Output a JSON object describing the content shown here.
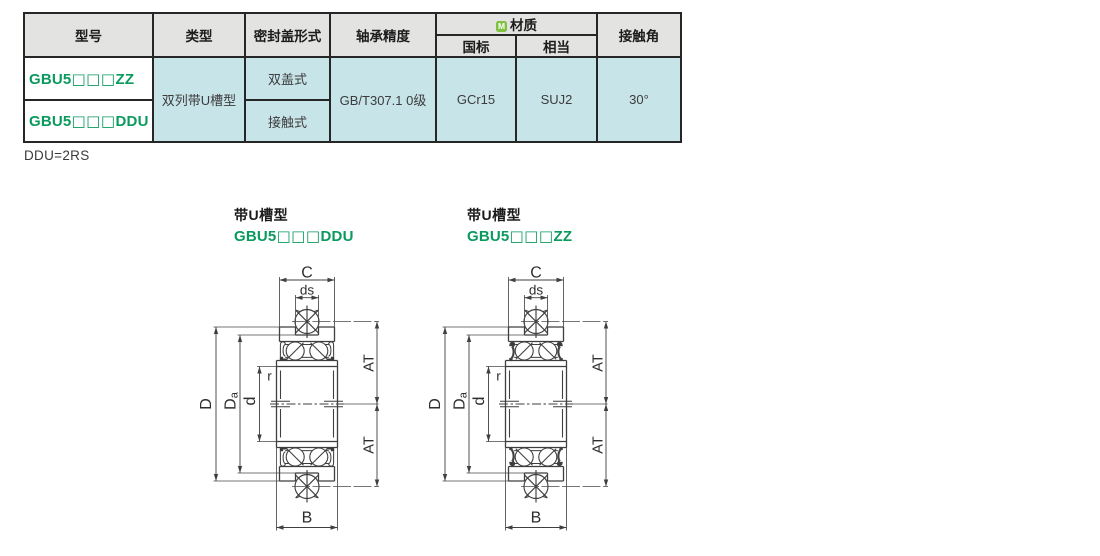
{
  "table": {
    "headers": [
      {
        "label": "型号"
      },
      {
        "label": "类型"
      },
      {
        "label": "密封盖形式"
      },
      {
        "label": "轴承精度"
      },
      {
        "label": "材质"
      },
      {
        "label": "接触角"
      }
    ],
    "material_icon": "M",
    "subheaders": [
      {
        "label": "国标"
      },
      {
        "label": "相当"
      }
    ],
    "rows": [
      {
        "model": "GBU5□□□ZZ",
        "model_prefix": "GBU5",
        "model_boxes": "□□□",
        "model_suffix": "ZZ",
        "seal": "双盖式"
      },
      {
        "model": "GBU5□□□DDU",
        "model_prefix": "GBU5",
        "model_boxes": "□□□",
        "model_suffix": "DDU",
        "seal": "接触式"
      }
    ],
    "type": "双列带U槽型",
    "precision": "GB/T307.1 0级",
    "material_gb": "GCr15",
    "material_eq": "SUJ2",
    "contact_angle": "30°",
    "note": "DDU=2RS"
  },
  "drawings": {
    "left": {
      "title": "带U槽型",
      "model": "GBU5□□□DDU",
      "model_prefix": "GBU5",
      "model_boxes": "□□□",
      "model_suffix": "DDU"
    },
    "right": {
      "title": "带U槽型",
      "model": "GBU5□□□ZZ",
      "model_prefix": "GBU5",
      "model_boxes": "□□□",
      "model_suffix": "ZZ"
    },
    "labels": {
      "C": "C",
      "ds": "ds",
      "D": "D",
      "Da_main": "D",
      "Da_sub": "a",
      "d": "d",
      "r": "r",
      "AT": "AT",
      "B": "B"
    }
  },
  "colors": {
    "accent_green": "#0a9a5e",
    "icon_green": "#7fc241",
    "header_bg": "#e3e3e1",
    "cell_bg": "#c7e4e9"
  }
}
